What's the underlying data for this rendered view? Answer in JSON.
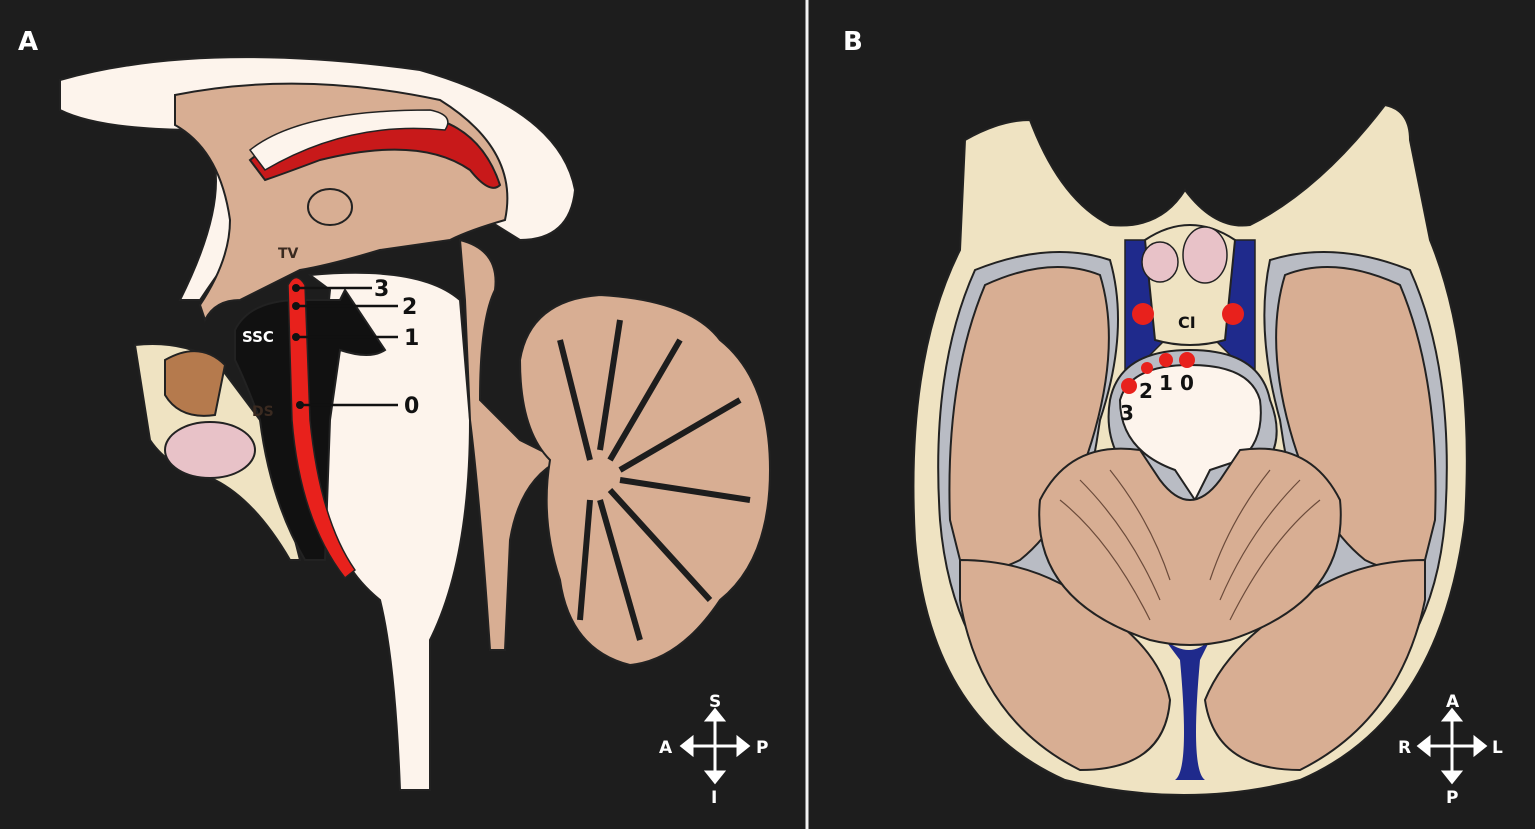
{
  "panels": {
    "a": {
      "letter": "A",
      "labels": {
        "tv": "TV",
        "ssc": "SSC",
        "ds": "DS"
      },
      "markers": [
        "3",
        "2",
        "1",
        "0"
      ],
      "compass": {
        "up": "S",
        "down": "I",
        "left": "A",
        "right": "P"
      }
    },
    "b": {
      "letter": "B",
      "labels": {
        "ci": "CI"
      },
      "markers": [
        "3",
        "2",
        "1",
        "0"
      ],
      "compass": {
        "up": "A",
        "down": "P",
        "left": "R",
        "right": "L"
      }
    }
  },
  "colors": {
    "background": "#1d1d1d",
    "brain_white": "#fdf4ec",
    "brain_tan": "#d8ae93",
    "bone": "#efe3c2",
    "marker_red": "#e8211c",
    "vessel_blue": "#1f2a8c",
    "csf_gray": "#b9bcc4",
    "pink": "#e8c2c8"
  }
}
